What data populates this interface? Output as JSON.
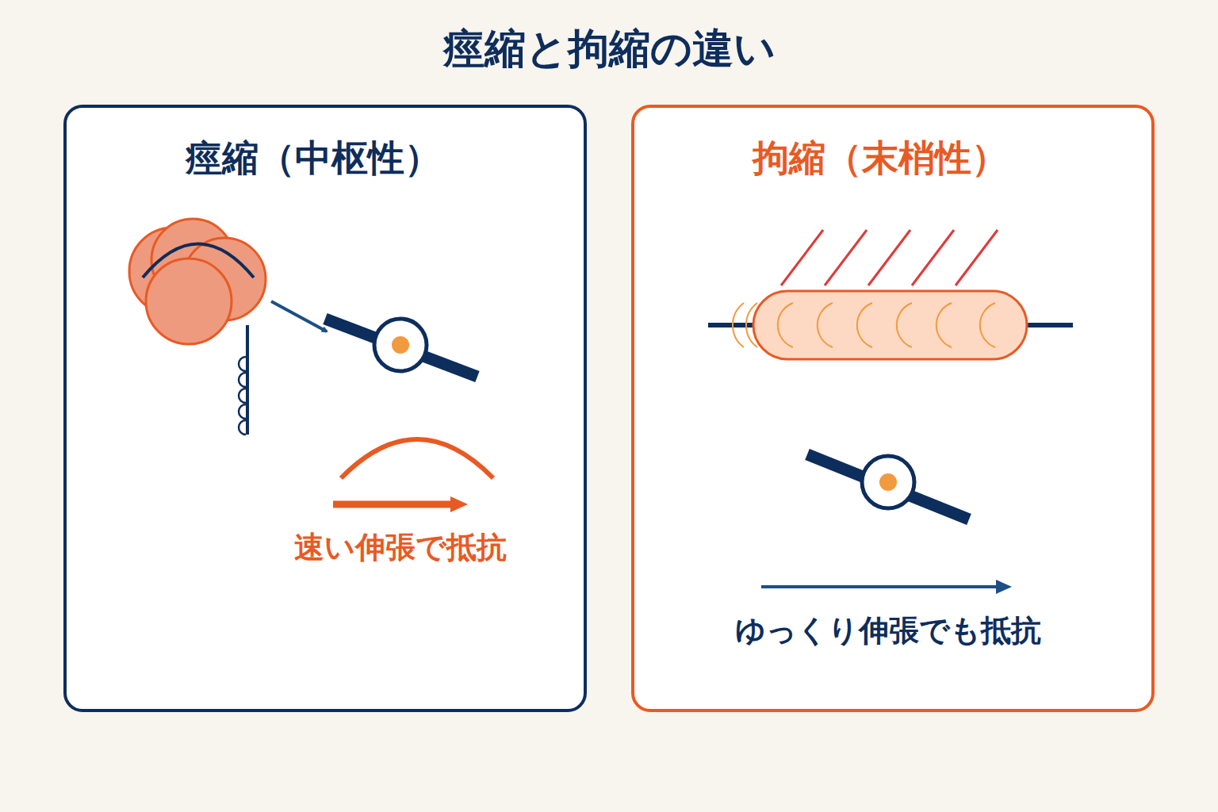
{
  "diagram": {
    "title": "痙縮と拘縮の違い",
    "nodes": [
      {
        "text": [
          "痙縮（中枢性）"
        ]
      },
      {
        "text": [
          "拘縮（末梢性）"
        ]
      }
    ],
    "labels": [
      "速い伸張で抵抗",
      "ゆっくり伸張でも抵抗"
    ]
  }
}
